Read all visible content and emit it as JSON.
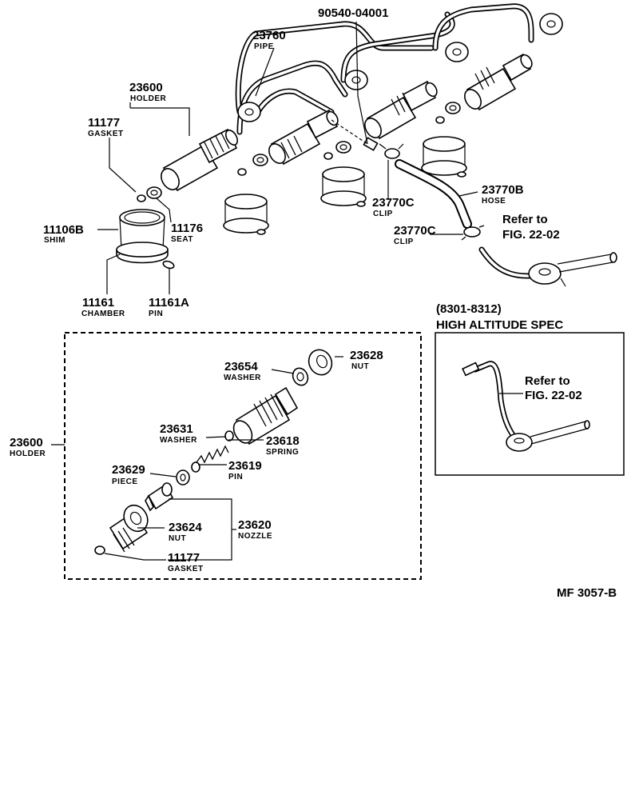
{
  "labels": {
    "p90540": "90540-04001",
    "p23760": "23760",
    "d23760": "PIPE",
    "p23600a": "23600",
    "d23600a": "HOLDER",
    "p11177a": "11177",
    "d11177a": "GASKET",
    "p11106b": "11106B",
    "d11106b": "SHIM",
    "p11176": "11176",
    "d11176": "SEAT",
    "p11161": "11161",
    "d11161": "CHAMBER",
    "p11161a": "11161A",
    "d11161a": "PIN",
    "p23770b": "23770B",
    "d23770b": "HOSE",
    "p23770c1": "23770C",
    "d23770c1": "CLIP",
    "p23770c2": "23770C",
    "d23770c2": "CLIP",
    "refer1a": "Refer to",
    "refer1b": "FIG. 22-02",
    "hasRange": "(8301-8312)",
    "hasTitle": "HIGH ALTITUDE SPEC",
    "refer2a": "Refer to",
    "refer2b": "FIG. 22-02",
    "p23654": "23654",
    "d23654": "WASHER",
    "p23628": "23628",
    "d23628": "NUT",
    "p23600b": "23600",
    "d23600b": "HOLDER",
    "p23631": "23631",
    "d23631": "WASHER",
    "p23618": "23618",
    "d23618": "SPRING",
    "p23629": "23629",
    "d23629": "PIECE",
    "p23619": "23619",
    "d23619": "PIN",
    "p23624": "23624",
    "d23624": "NUT",
    "p23620": "23620",
    "d23620": "NOZZLE",
    "p11177b": "11177",
    "d11177b": "GASKET",
    "figCode": "MF 3057-B"
  }
}
